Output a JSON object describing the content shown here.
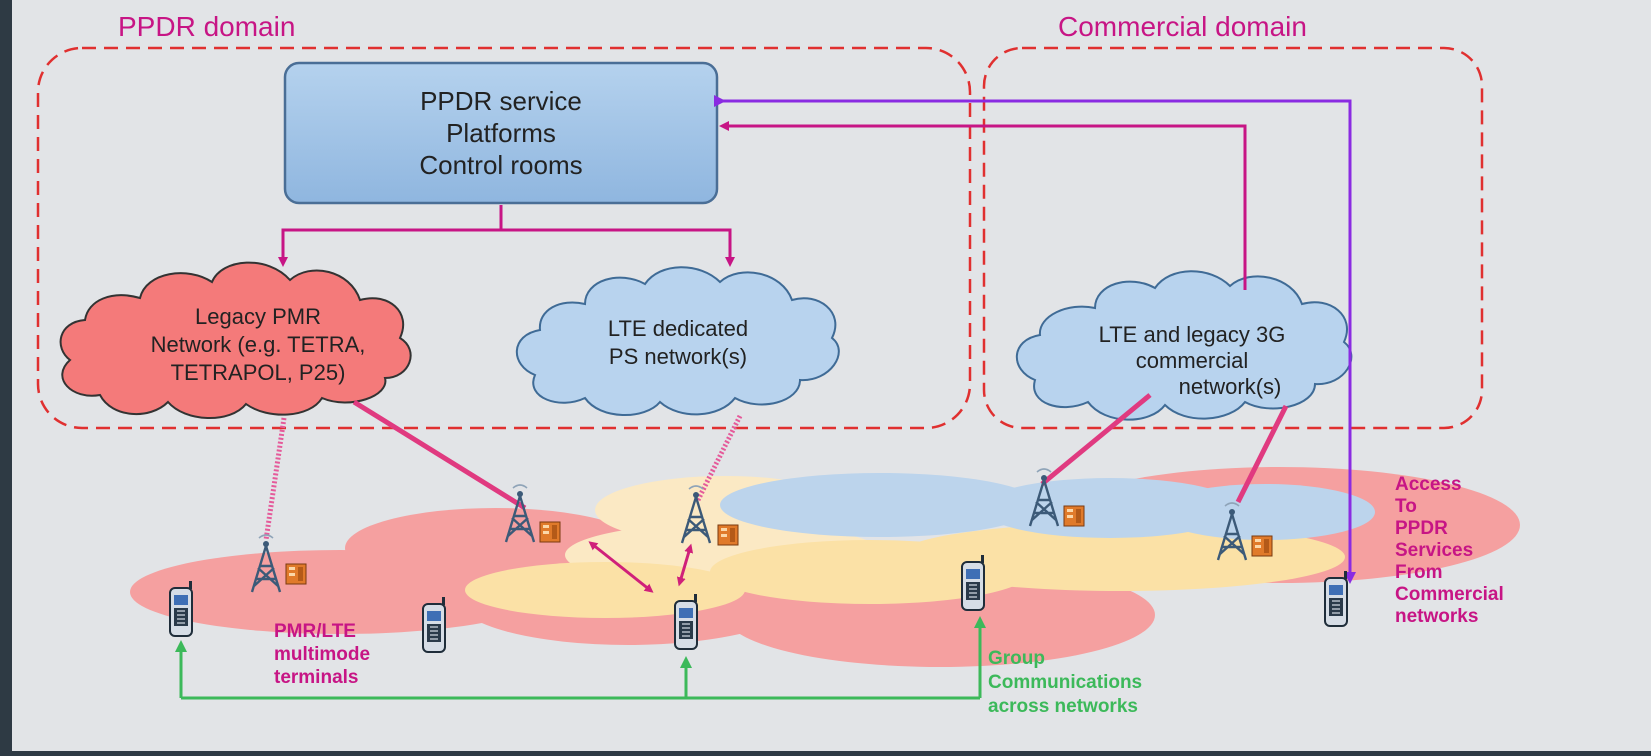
{
  "domains": {
    "ppdr": "PPDR domain",
    "commercial": "Commercial domain"
  },
  "service_box": {
    "line1": "PPDR service",
    "line2": "Platforms",
    "line3": "Control rooms"
  },
  "clouds": {
    "legacy_pmr": [
      "Legacy PMR",
      "Network (e.g. TETRA,",
      "TETRAPOL, P25)"
    ],
    "lte_dedicated": [
      "LTE dedicated",
      "PS network(s)"
    ],
    "lte_commercial": [
      "LTE and legacy 3G",
      "commercial",
      "network(s)"
    ]
  },
  "labels": {
    "multimode": [
      "PMR/LTE",
      "multimode",
      "terminals"
    ],
    "group_comms": [
      "Group",
      "Communications",
      "across networks"
    ],
    "access": [
      "Access",
      "To",
      "PPDR",
      "Services",
      "From",
      "Commercial",
      "networks"
    ]
  },
  "colors": {
    "background": "#2e3a44",
    "canvas": "#e2e4e7",
    "domain_border": "#e03030",
    "magenta": "#c71585",
    "purple": "#8a2be2",
    "green": "#3cb95a",
    "service_box": "#9fc3e7",
    "pmr_cloud": "#f47a7a",
    "lte_cloud": "#b8d3ee",
    "coverage_red": "#f5a0a0",
    "coverage_yellow": "#fbe1a6",
    "coverage_blue": "#bcd4ec"
  },
  "icons": [
    "tower-icon",
    "base-station-icon",
    "handset-icon"
  ]
}
